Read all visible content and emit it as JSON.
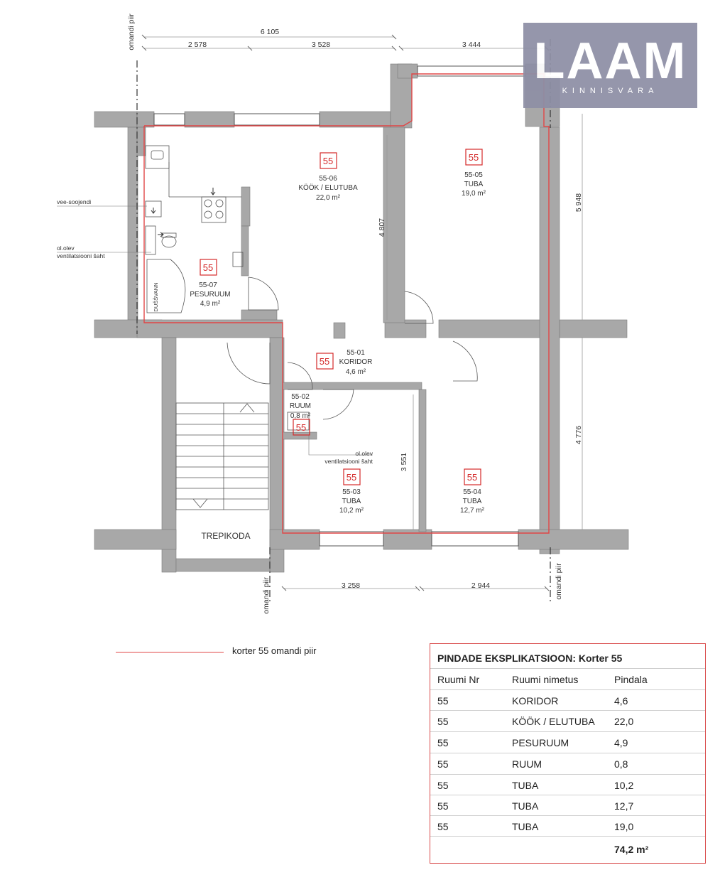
{
  "plan": {
    "dims": {
      "top_total": "6  105",
      "top_left": "2  578",
      "top_mid": "3  528",
      "top_right": "3  444",
      "right_upper": "5  948",
      "right_lower": "4  776",
      "inner_vertical": "4  807",
      "inner_vertical_2": "3  551",
      "bottom_left": "3  258",
      "bottom_right": "2  944"
    },
    "property_line_labels": [
      "omandi piir",
      "omandi piir",
      "omandi piir"
    ],
    "annotations": {
      "water_heater": "vee-soojendi",
      "vent_left_1": "ol.olev",
      "vent_left_2": "ventilatsiooni šaht",
      "vent_mid_1": "ol.olev",
      "vent_mid_2": "ventilatsiooni šaht",
      "shower": "DUŠŠVANN",
      "stairwell": "TREPIKODA"
    },
    "rooms": [
      {
        "tag": "55",
        "code": "55-06",
        "name": "KÖÖK / ELUTUBA",
        "area": "22,0 m²"
      },
      {
        "tag": "55",
        "code": "55-05",
        "name": "TUBA",
        "area": "19,0 m²"
      },
      {
        "tag": "55",
        "code": "55-07",
        "name": "PESURUUM",
        "area": "4,9 m²"
      },
      {
        "tag": "55",
        "code": "55-01",
        "name": "KORIDOR",
        "area": "4,6 m²"
      },
      {
        "tag": "55",
        "code": "55-02",
        "name": "RUUM",
        "area": "0,8 m²"
      },
      {
        "tag": "55",
        "code": "55-03",
        "name": "TUBA",
        "area": "10,2 m²"
      },
      {
        "tag": "55",
        "code": "55-04",
        "name": "TUBA",
        "area": "12,7 m²"
      }
    ],
    "colors": {
      "wall": "#a8a8a8",
      "boundary": "#e04646",
      "tag": "#d42a2a"
    }
  },
  "logo": {
    "word": "LAAM",
    "sub": "KINNISVARA",
    "bg": "#8e8fa5"
  },
  "legend": {
    "text": "korter 55 omandi piir"
  },
  "table": {
    "title": "PINDADE EKSPLIKATSIOON: Korter 55",
    "headers": [
      "Ruumi Nr",
      "Ruumi nimetus",
      "Pindala"
    ],
    "rows": [
      [
        "55",
        "KORIDOR",
        "4,6"
      ],
      [
        "55",
        "KÖÖK / ELUTUBA",
        "22,0"
      ],
      [
        "55",
        "PESURUUM",
        "4,9"
      ],
      [
        "55",
        "RUUM",
        "0,8"
      ],
      [
        "55",
        "TUBA",
        "10,2"
      ],
      [
        "55",
        "TUBA",
        "12,7"
      ],
      [
        "55",
        "TUBA",
        "19,0"
      ]
    ],
    "total": "74,2 m²"
  }
}
